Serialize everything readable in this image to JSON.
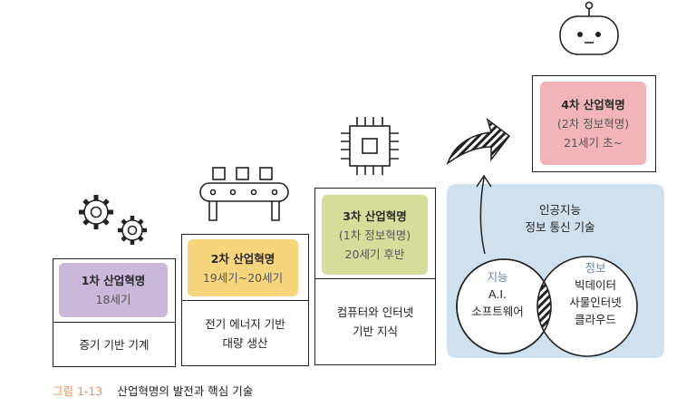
{
  "stages": [
    {
      "title": "1차 산업혁명",
      "sub": [
        "18세기"
      ],
      "desc": [
        "증기 기반 기계"
      ],
      "color": "#c9b8d9",
      "icon": "gears-icon"
    },
    {
      "title": "2차 산업혁명",
      "sub": [
        "19세기~20세기"
      ],
      "desc": [
        "전기 에너지 기반",
        "대량 생산"
      ],
      "color": "#f7d57c",
      "icon": "conveyor-belt-icon"
    },
    {
      "title": "3차 산업혁명",
      "sub": [
        "(1차 정보혁명)",
        "20세기 후반"
      ],
      "desc": [
        "컴퓨터와 인터넷",
        "기반 지식"
      ],
      "color": "#d6dc9c",
      "icon": "microchip-icon"
    },
    {
      "title": "4차 산업혁명",
      "sub": [
        "(2차 정보혁명)",
        "21세기 초~"
      ],
      "color": "#f1b5b8",
      "icon": "robot-icon"
    }
  ],
  "panel": {
    "title": [
      "인공지능",
      "정보 통신 기술"
    ],
    "color": "#cfe0ee",
    "left": {
      "label": "지능",
      "items": [
        "A.I.",
        "소프트웨어"
      ]
    },
    "right": {
      "label": "정보",
      "items": [
        "빅데이터",
        "사물인터넷",
        "클라우드"
      ]
    }
  },
  "caption": {
    "number": "그림 1-13",
    "text": "산업혁명의 발전과 핵심 기술",
    "number_color": "#e8935a"
  }
}
